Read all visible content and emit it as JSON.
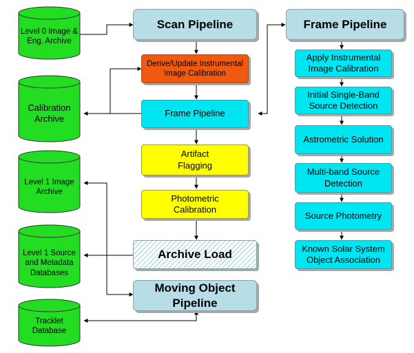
{
  "scan_pipeline": {
    "label": "Scan Pipeline"
  },
  "derive_update_calibration": {
    "label": "Derive/Update Instrumental\nImage Calibration"
  },
  "frame_pipeline_main": {
    "label": "Frame Pipeline"
  },
  "artifact_flagging": {
    "label": "Artifact\nFlagging"
  },
  "photometric_calibration": {
    "label": "Photometric\nCalibration"
  },
  "archive_load": {
    "label": "Archive Load"
  },
  "moving_object_pipeline": {
    "label": "Moving Object\nPipeline"
  },
  "frame_pipeline_detail": {
    "title": "Frame Pipeline",
    "steps": [
      "Apply Instrumental\nImage Calibration",
      "Initial Single-Band\nSource Detection",
      "Astrometric Solution",
      "Multi-band Source\nDetection",
      "Source Photometry",
      "Known Solar System\nObject Association"
    ]
  },
  "databases": {
    "level0": "Level 0 Image &\nEng. Archive",
    "calibration": "Calibration\nArchive",
    "level1_image": "Level 1 Image\nArchive",
    "level1_source": "Level 1 Source\nand Metadata\nDatabases",
    "tracklet": "Tracklet\nDatabase"
  },
  "colors": {
    "database_fill": "#22dd22",
    "header_fill": "#b7dee6",
    "step_fill": "#00e5f2",
    "calibration_fill": "#f05a10",
    "flagging_fill": "#ffff00",
    "connector": "#000000"
  }
}
